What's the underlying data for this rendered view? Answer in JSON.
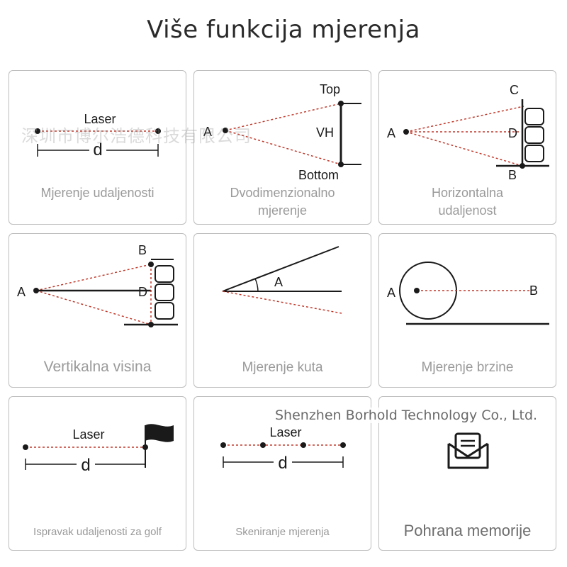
{
  "page_title": "Više funkcija mjerenja",
  "watermarks": {
    "chinese": "深圳市博尔浩德科技有限公司",
    "company": "Shenzhen Borhold Technology Co., Ltd."
  },
  "cards": [
    {
      "caption": "Mjerenje udaljenosti",
      "labels": {
        "laser": "Laser",
        "d": "d"
      }
    },
    {
      "caption": "Dvodimenzionalno mjerenje",
      "labels": {
        "a": "A",
        "top": "Top",
        "vh": "VH",
        "bottom": "Bottom"
      }
    },
    {
      "caption": "Horizontalna udaljenost",
      "labels": {
        "a": "A",
        "d": "D",
        "b": "B",
        "c": "C"
      }
    },
    {
      "caption": "Vertikalna visina",
      "labels": {
        "a": "A",
        "b": "B",
        "d": "D"
      }
    },
    {
      "caption": "Mjerenje kuta",
      "labels": {
        "a": "A"
      }
    },
    {
      "caption": "Mjerenje brzine",
      "labels": {
        "a": "A",
        "b": "B"
      }
    },
    {
      "caption": "Ispravak udaljenosti za golf",
      "labels": {
        "laser": "Laser",
        "d": "d"
      }
    },
    {
      "caption": "Skeniranje mjerenja",
      "labels": {
        "laser": "Laser",
        "d": "d"
      }
    },
    {
      "caption": "Pohrana memorije",
      "icon": "envelope-icon"
    }
  ],
  "colors": {
    "laser": "#c0392b",
    "line": "#1a1a1a",
    "border": "#bdbdbd",
    "caption": "#9a9a9a"
  }
}
